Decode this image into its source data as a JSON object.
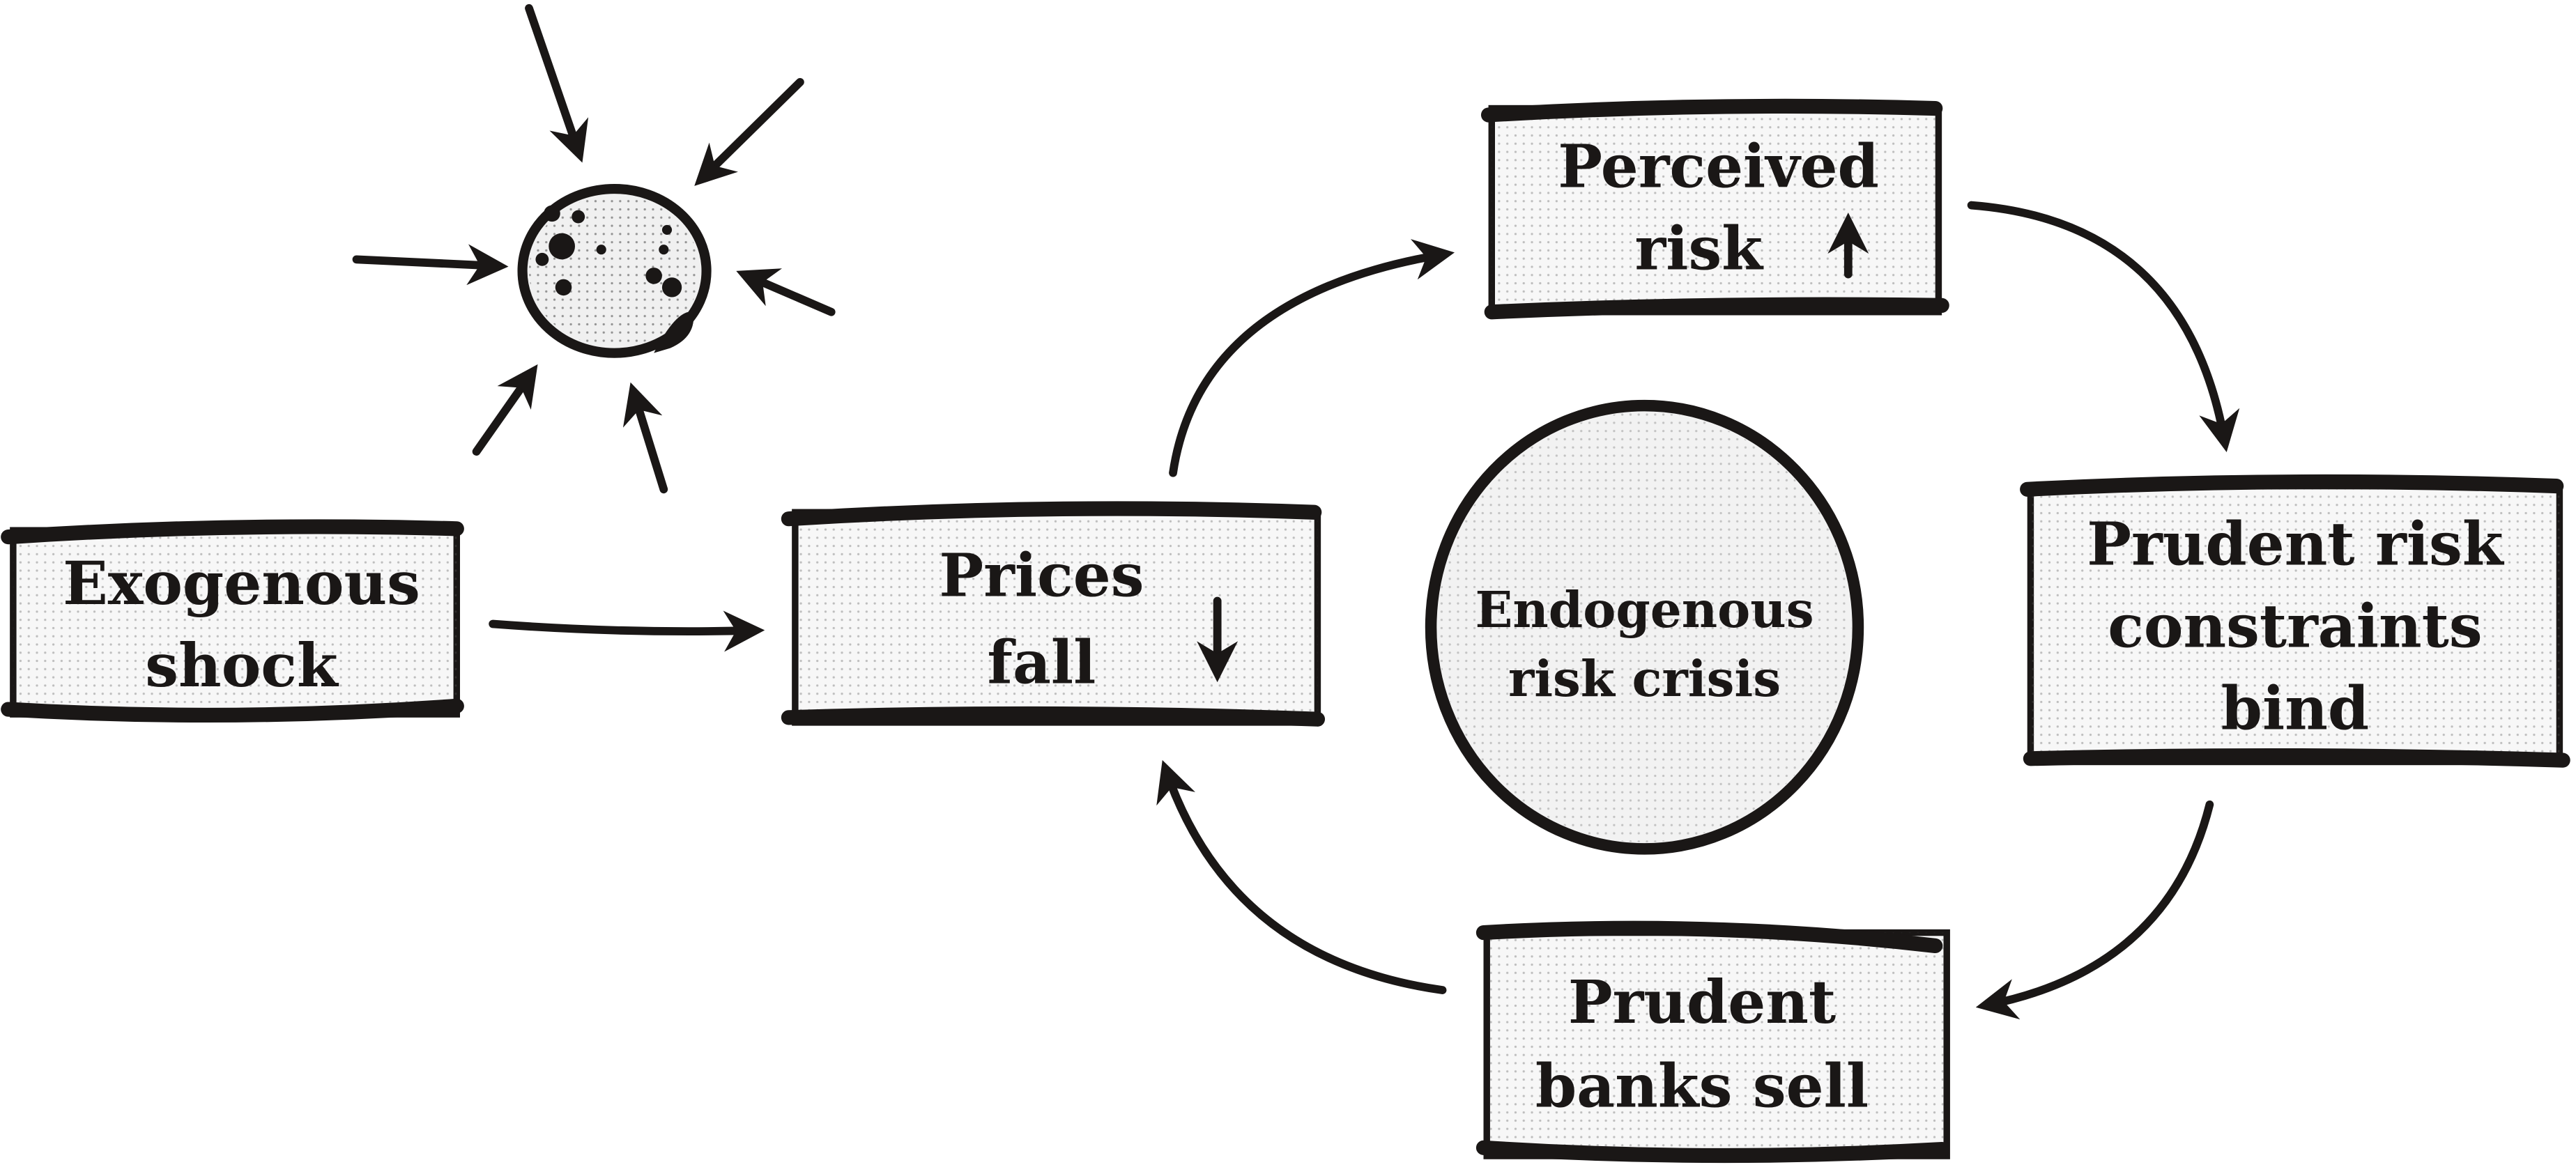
{
  "diagram": {
    "type": "cycle-flow",
    "colors": {
      "ink": "#1a1716",
      "fill": "#f7f7f7",
      "background": "#ffffff"
    },
    "shock_icon": "meteor-impact-icon",
    "nodes": {
      "exogenous": {
        "line1": "Exogenous",
        "line2": "shock"
      },
      "prices": {
        "line1": "Prices",
        "line2": "fall",
        "indicator": "down-arrow-icon"
      },
      "perceived": {
        "line1": "Perceived",
        "line2": "risk",
        "indicator": "up-arrow-icon"
      },
      "constraints": {
        "line1": "Prudent risk",
        "line2": "constraints",
        "line3": "bind"
      },
      "banks": {
        "line1": "Prudent",
        "line2": "banks sell"
      },
      "center": {
        "line1": "Endogenous",
        "line2": "risk crisis"
      }
    },
    "edges": [
      {
        "from": "Exogenous shock",
        "to": "Prices fall"
      },
      {
        "from": "Prices fall",
        "to": "Perceived risk"
      },
      {
        "from": "Perceived risk",
        "to": "Prudent risk constraints bind"
      },
      {
        "from": "Prudent risk constraints bind",
        "to": "Prudent banks sell"
      },
      {
        "from": "Prudent banks sell",
        "to": "Prices fall"
      }
    ]
  }
}
